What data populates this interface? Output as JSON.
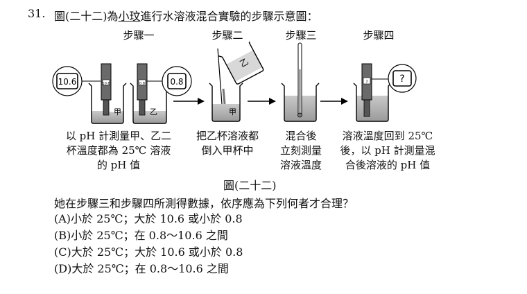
{
  "question_number": "31.",
  "stem_before": "圖(二十二)為",
  "stem_name": "小玟",
  "stem_after": "進行水溶液混合實驗的步驟示意圖：",
  "steps": [
    {
      "title": "步驟一",
      "caption": "以 pH 計測量甲、乙二\n杯溫度都為 25℃ 溶液\n的 pH 值"
    },
    {
      "title": "步驟二",
      "caption": "把乙杯溶液都\n倒入甲杯中"
    },
    {
      "title": "步驟三",
      "caption": "混合後\n立刻測量\n溶液溫度"
    },
    {
      "title": "步驟四",
      "caption": "溶液溫度回到 25℃\n後，以 pH 計測量混\n合後溶液的 pH 值"
    }
  ],
  "figure": {
    "reading_a": "10.6",
    "reading_b": "0.8",
    "reading_unknown": "?",
    "beaker_a": "甲",
    "beaker_b": "乙",
    "pour_beaker_label": "乙",
    "step2_beaker_label": "甲",
    "meter_small_a": "10.6",
    "meter_small_b": "0.8",
    "meter_small_q": "?"
  },
  "figure_caption": "圖(二十二)",
  "question": "她在步驟三和步驟四所測得數據，依序應為下列何者才合理？",
  "options": [
    "(A)小於 25℃；大於 10.6 或小於 0.8",
    "(B)小於 25℃；在 0.8～10.6 之間",
    "(C)大於 25℃；大於 10.6 或小於 0.8",
    "(D)大於 25℃；在 0.8～10.6 之間"
  ]
}
